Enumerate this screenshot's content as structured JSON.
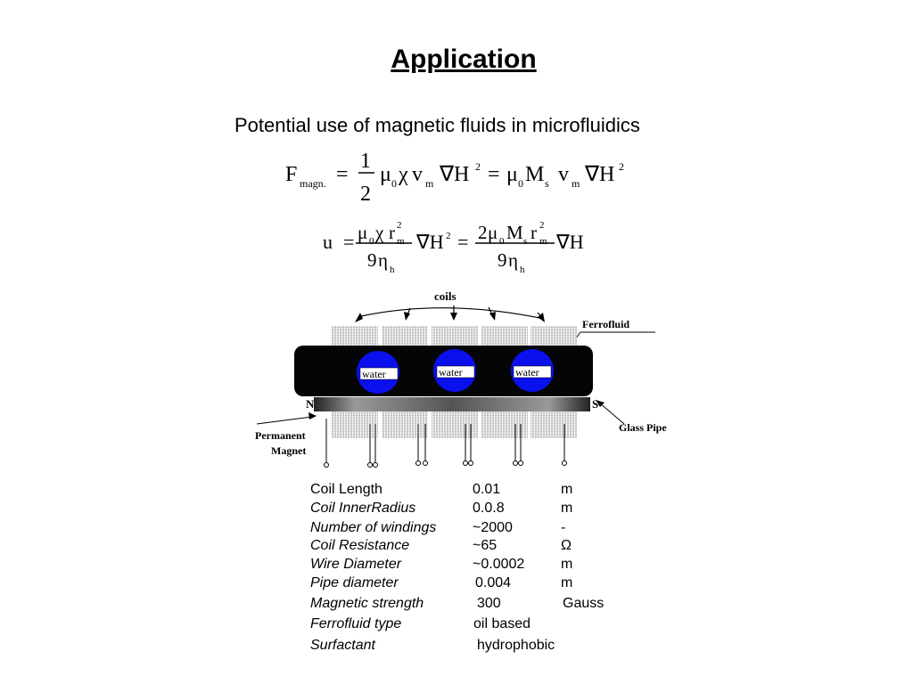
{
  "slide": {
    "title": "Application",
    "subtitle": "Potential use of magnetic fluids in microfluidics"
  },
  "equations": {
    "eq1": {
      "lhs_symbol": "F",
      "lhs_subscript": "magn.",
      "equals": "=",
      "frac_num": "1",
      "frac_den": "2",
      "mu": "μ",
      "zero": "0",
      "chi": "χ",
      "v": "v",
      "m": "m",
      "nabla_h": "∇H",
      "two": "2",
      "big_m": "M",
      "s": "s"
    },
    "eq2": {
      "u": "u",
      "equals": "=",
      "r": "r",
      "two": "2",
      "nine": "9",
      "eta": "η",
      "h": "h",
      "nabla_h": "∇H"
    }
  },
  "diagram": {
    "coils_label": "coils",
    "ferrofluid_label": "Ferrofluid",
    "water_labels": [
      "water",
      "water",
      "water"
    ],
    "north_label": "N",
    "south_label": "S",
    "glass_pipe_label": "Glass Pipe",
    "permanent_magnet_line1": "Permanent",
    "permanent_magnet_line2": "Magnet",
    "colors": {
      "water_blue": "#0a10ee",
      "channel_black": "#050505",
      "pipe_gray": "#777777"
    }
  },
  "specs": [
    {
      "label": "Coil Length",
      "value": "0.01",
      "unit": "m",
      "italic": false
    },
    {
      "label": "Coil InnerRadius",
      "value": "0.0.8",
      "unit": "m",
      "italic": true
    },
    {
      "label": "Number of windings",
      "value": "~2000",
      "unit": "-",
      "italic": true
    },
    {
      "label": "Coil Resistance",
      "value": "~65",
      "unit": "Ω",
      "italic": true
    },
    {
      "label": "Wire Diameter",
      "value": "~0.0002",
      "unit": "m",
      "italic": true
    },
    {
      "label": "Pipe diameter",
      "value": "0.004",
      "unit": "m",
      "italic": true
    },
    {
      "label": "Magnetic strength",
      "value": "300",
      "unit": "Gauss",
      "italic": true
    },
    {
      "label": "Ferrofluid type",
      "value": "oil based",
      "unit": "",
      "italic": true
    },
    {
      "label": "Surfactant",
      "value": "hydrophobic",
      "unit": "",
      "italic": true
    }
  ]
}
